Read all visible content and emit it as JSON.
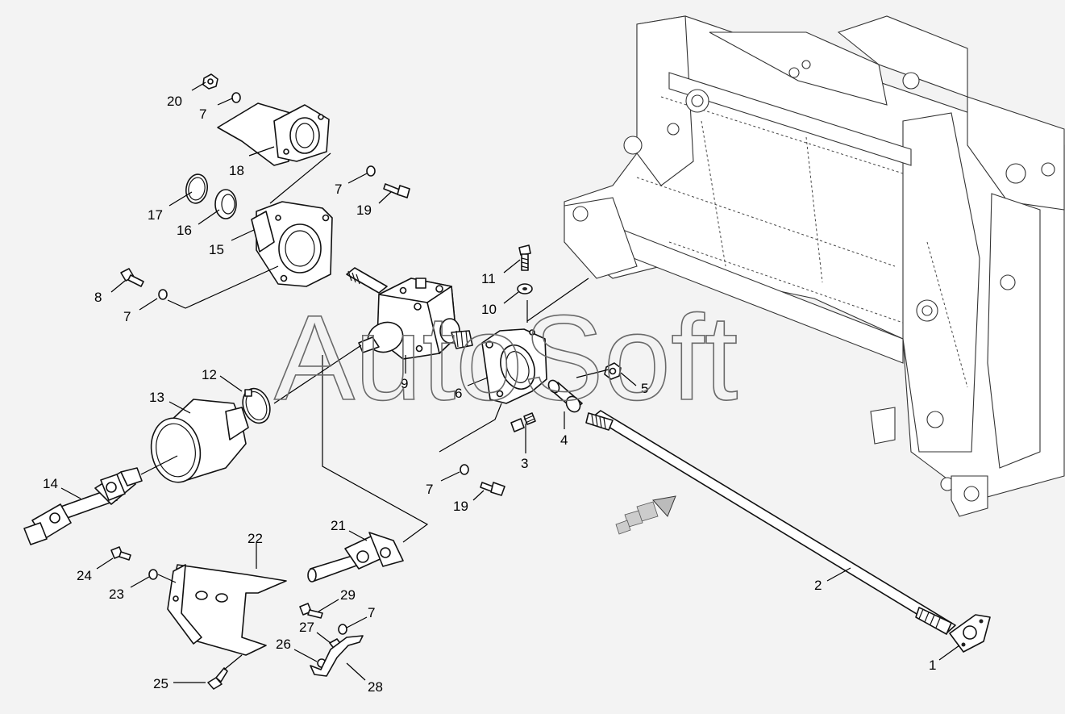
{
  "watermark": "AutoSoft",
  "colors": {
    "background": "#f3f3f3",
    "line": "#111111",
    "part_fill": "#ffffff"
  },
  "callouts": {
    "c1": "1",
    "c2": "2",
    "c3": "3",
    "c4": "4",
    "c5": "5",
    "c6": "6",
    "c7a": "7",
    "c7b": "7",
    "c7c": "7",
    "c7d": "7",
    "c7e": "7",
    "c8": "8",
    "c9": "9",
    "c10": "10",
    "c11": "11",
    "c12": "12",
    "c13": "13",
    "c14": "14",
    "c15": "15",
    "c16": "16",
    "c17": "17",
    "c18": "18",
    "c19a": "19",
    "c19b": "19",
    "c20": "20",
    "c21": "21",
    "c22": "22",
    "c23": "23",
    "c24": "24",
    "c25": "25",
    "c26": "26",
    "c27": "27",
    "c28": "28",
    "c29": "29"
  }
}
